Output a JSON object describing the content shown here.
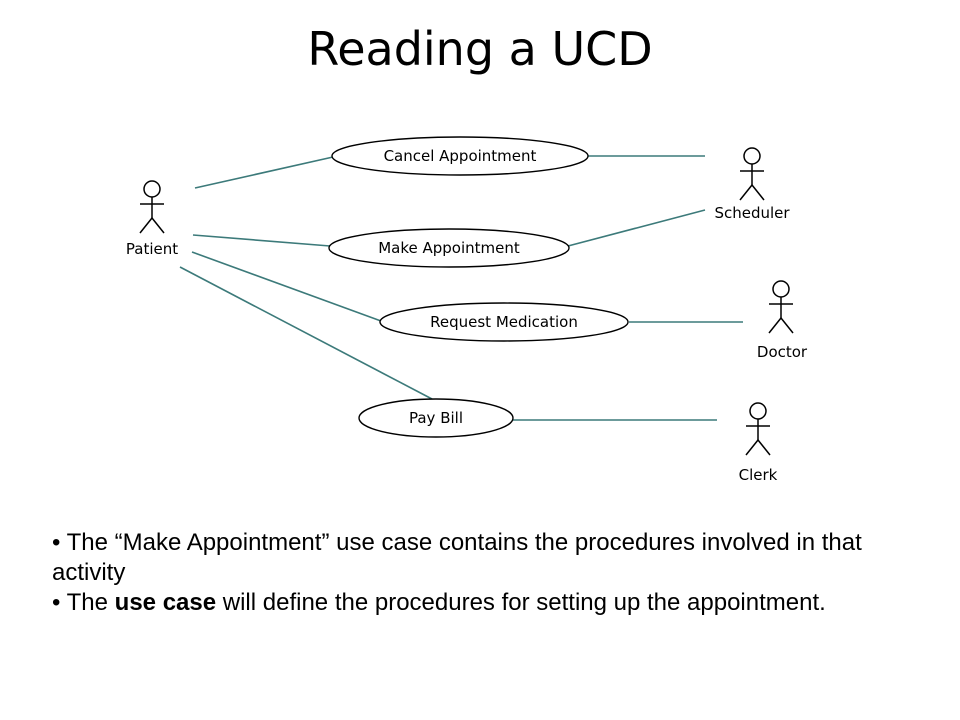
{
  "slide": {
    "title": "Reading a UCD"
  },
  "diagram": {
    "actors": {
      "patient": "Patient",
      "scheduler": "Scheduler",
      "doctor": "Doctor",
      "clerk": "Clerk"
    },
    "use_cases": {
      "cancel": "Cancel Appointment",
      "make": "Make Appointment",
      "request": "Request Medication",
      "pay": "Pay Bill"
    },
    "colors": {
      "association_line": "#3c7a7a",
      "outline": "#000000"
    }
  },
  "bullets": {
    "b1": {
      "bullet": "•",
      "before": "The “Make Appointment” use case contains the procedures involved in that activity"
    },
    "b2": {
      "bullet": "•",
      "before": "The ",
      "bold": "use case",
      "after": " will define the procedures for setting up the appointment."
    }
  }
}
